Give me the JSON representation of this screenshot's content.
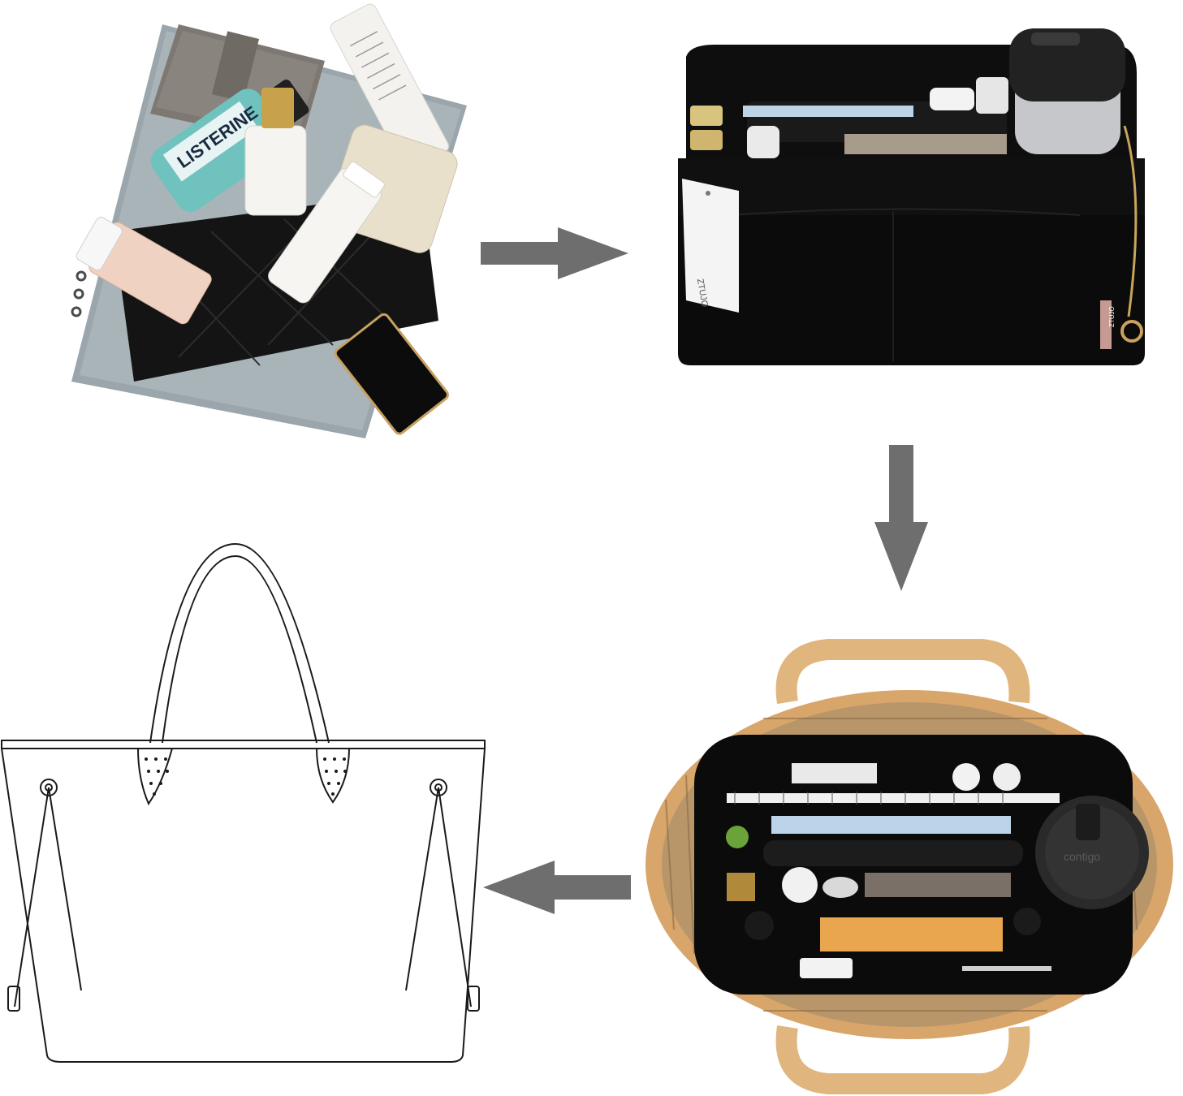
{
  "items_panel": {
    "mouthwash_label": "LISTERINE"
  },
  "organizer_panel": {
    "tag_text": "ZTUJO",
    "side_label": "ZTUJO"
  },
  "in_bag_panel": {
    "tumbler_label": "contigo"
  },
  "colors": {
    "arrow": "#6e6e6e",
    "felt": "#0b0b0b",
    "bag_tan": "#e3b982",
    "bag_lining": "#b8966a",
    "outline": "#1a1a1a"
  },
  "icons": [
    "arrow-right-icon",
    "arrow-down-icon",
    "arrow-left-icon"
  ]
}
